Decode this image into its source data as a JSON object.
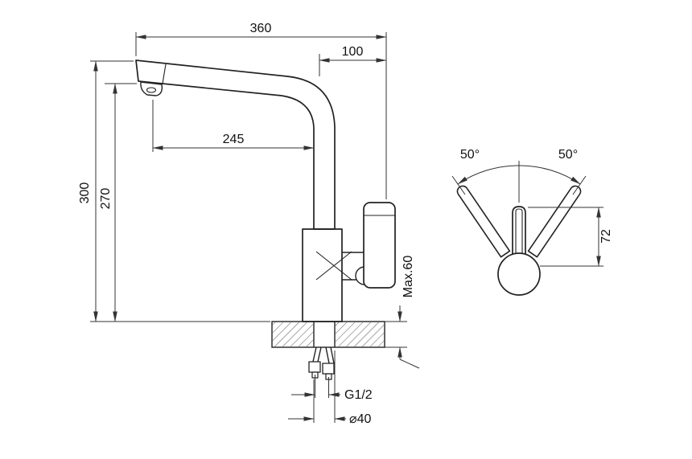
{
  "colors": {
    "line": "#222222",
    "dimension_line": "#333333",
    "text": "#111111",
    "background": "#ffffff"
  },
  "side_view": {
    "overall_width": "360",
    "outlet_offset": "100",
    "spout_reach": "245",
    "overall_height": "300",
    "spout_height": "270",
    "countertop_max": "Max.60",
    "thread_size": "G1/2",
    "hole_diameter": "⌀40"
  },
  "top_view": {
    "swivel_angle_left": "50°",
    "swivel_angle_right": "50°",
    "lever_dim": "72"
  }
}
